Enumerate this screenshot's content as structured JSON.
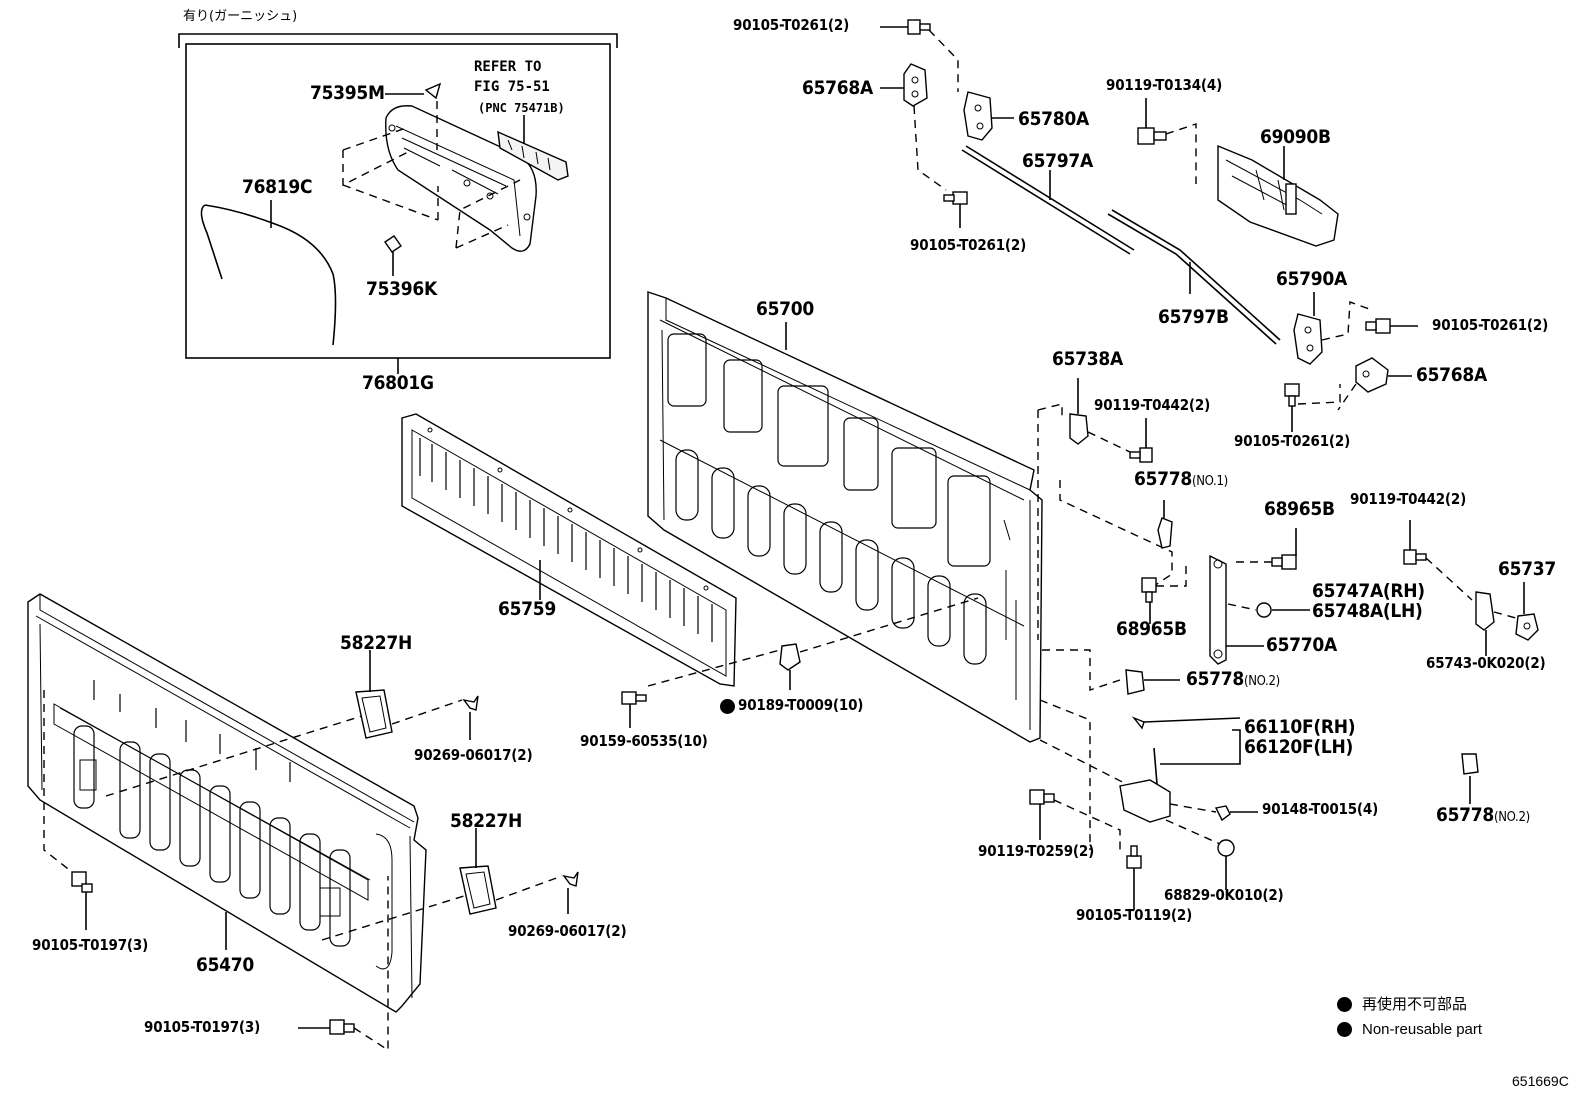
{
  "diagram": {
    "header_jp": "有り(ガーニッシュ)",
    "refer": {
      "line1": "REFER TO",
      "line2": "FIG 75-51",
      "line3": "(PNC 75471B)"
    },
    "callouts": {
      "p75395M": "75395M",
      "p76819C": "76819C",
      "p75396K": "75396K",
      "p76801G": "76801G",
      "p65768A_a": "65768A",
      "p90105T0261_top": "90105-T0261(2)",
      "p65780A": "65780A",
      "p65797A": "65797A",
      "p90105T0261_mid": "90105-T0261(2)",
      "p90119T0134": "90119-T0134(4)",
      "p69090B": "69090B",
      "p65797B": "65797B",
      "p65790A": "65790A",
      "p90105T0261_r": "90105-T0261(2)",
      "p65768A_b": "65768A",
      "p90105T0261_b": "90105-T0261(2)",
      "p65700": "65700",
      "p65738A": "65738A",
      "p90119T0442_a": "90119-T0442(2)",
      "p65778_no1": "65778",
      "p65778_no1_sfx": "(NO.1)",
      "p68965B_a": "68965B",
      "p90119T0442_b": "90119-T0442(2)",
      "p65737": "65737",
      "p65747A": "65747A(RH)",
      "p65748A": "65748A(LH)",
      "p68965B_b": "68965B",
      "p65770A": "65770A",
      "p65743": "65743-0K020(2)",
      "p65778_no2a": "65778",
      "p65778_no2a_sfx": "(NO.2)",
      "p65759": "65759",
      "p58227H_a": "58227H",
      "p90189T0009": "90189-T0009(10)",
      "p90159_60535": "90159-60535(10)",
      "p90269_a": "90269-06017(2)",
      "p66110F": "66110F(RH)",
      "p66120F": "66120F(LH)",
      "p65778_no2b": "65778",
      "p65778_no2b_sfx": "(NO.2)",
      "p90148T0015": "90148-T0015(4)",
      "p90119T0259": "90119-T0259(2)",
      "p68829": "68829-0K010(2)",
      "p90105T0119": "90105-T0119(2)",
      "p58227H_b": "58227H",
      "p90269_b": "90269-06017(2)",
      "p90105T0197_a": "90105-T0197(3)",
      "p65470": "65470",
      "p90105T0197_b": "90105-T0197(3)"
    },
    "legend": {
      "jp": "再使用不可部品",
      "en": "Non-reusable part"
    },
    "figure_id": "651669C"
  }
}
